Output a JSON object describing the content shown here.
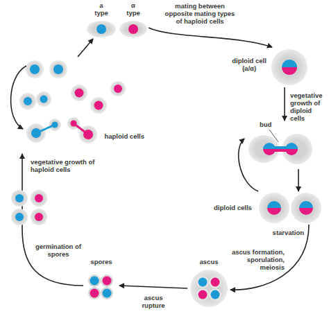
{
  "diagram": {
    "nodes": [
      {
        "text": [
          "a type"
        ]
      },
      {
        "text": [
          "α type"
        ]
      },
      {
        "text": [
          "diploid cell (a/α)"
        ]
      },
      {
        "text": [
          "bud"
        ]
      },
      {
        "text": [
          "diploid cells"
        ]
      },
      {
        "text": [
          "ascus"
        ]
      },
      {
        "text": [
          "spores"
        ]
      },
      {
        "text": [
          "haploid cells"
        ]
      }
    ],
    "edges": [
      {
        "from": 1,
        "to": 2,
        "arrow": "to",
        "label": "mating between opposite mating types of haploid cells"
      },
      {
        "from": 2,
        "to": 3,
        "arrow": "to",
        "label": "vegetative growth of diploid cells"
      },
      {
        "from": 3,
        "to": 4,
        "arrow": "to"
      },
      {
        "from": 4,
        "to": 3,
        "arrow": "to"
      },
      {
        "from": 4,
        "to": 5,
        "arrow": "to",
        "label": "starvation"
      },
      {
        "from": 5,
        "to": 6,
        "arrow": "to",
        "label": "ascus rupture"
      },
      {
        "from": 6,
        "to": 7,
        "arrow": "to",
        "label": "germination of spores"
      },
      {
        "from": 7,
        "to": 0,
        "arrow": "to"
      }
    ],
    "labels": [
      "ascus formation, sporulation, meiosis",
      "vegetative growth of haploid cells"
    ]
  }
}
